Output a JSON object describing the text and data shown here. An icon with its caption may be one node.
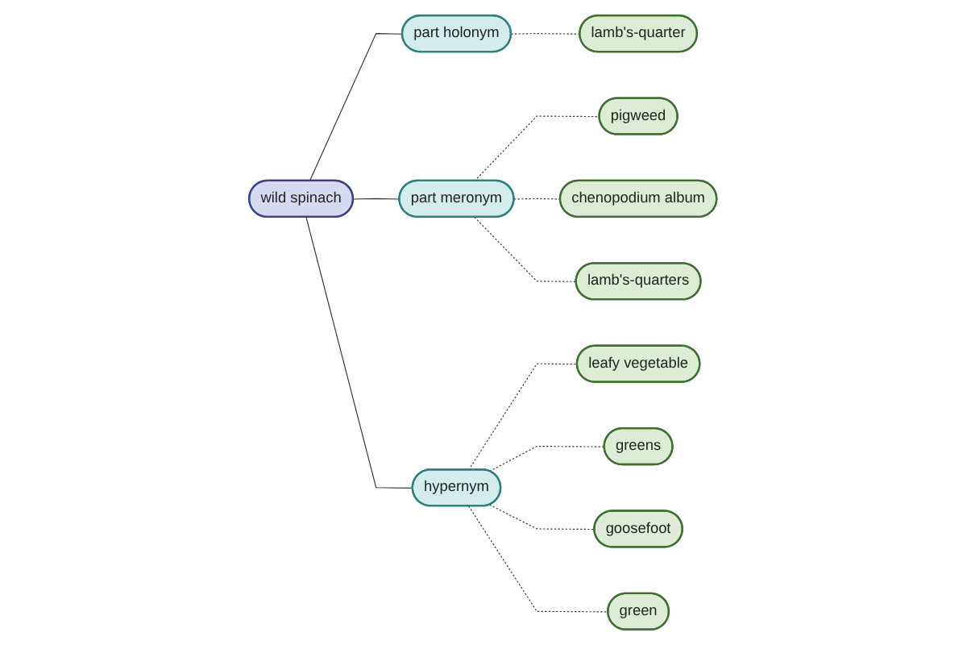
{
  "diagram": {
    "nodes": [
      {
        "text": [
          "pigweed"
        ]
      },
      {
        "text": [
          "lamb's-quarter"
        ]
      },
      {
        "text": [
          "part holonym"
        ]
      },
      {
        "text": [
          "chenopodium album"
        ]
      },
      {
        "text": [
          "part meronym"
        ]
      },
      {
        "text": [
          "lamb's-quarters"
        ]
      },
      {
        "text": [
          "wild spinach"
        ]
      },
      {
        "text": [
          "leafy vegetable"
        ]
      },
      {
        "text": [
          "hypernym"
        ]
      },
      {
        "text": [
          "greens"
        ]
      },
      {
        "text": [
          "green"
        ]
      },
      {
        "text": [
          "goosefoot"
        ]
      }
    ],
    "edges": [
      {
        "from": 6,
        "to": 2,
        "arrow": "none"
      },
      {
        "from": 6,
        "to": 4,
        "arrow": "none"
      },
      {
        "from": 6,
        "to": 8,
        "arrow": "none"
      },
      {
        "from": 2,
        "to": 1,
        "arrow": "none",
        "style": "dashed"
      },
      {
        "from": 4,
        "to": 0,
        "arrow": "none",
        "style": "dashed"
      },
      {
        "from": 4,
        "to": 3,
        "arrow": "none",
        "style": "dashed"
      },
      {
        "from": 4,
        "to": 5,
        "arrow": "none",
        "style": "dashed"
      },
      {
        "from": 8,
        "to": 7,
        "arrow": "none",
        "style": "dashed"
      },
      {
        "from": 8,
        "to": 9,
        "arrow": "none",
        "style": "dashed"
      },
      {
        "from": 8,
        "to": 11,
        "arrow": "none",
        "style": "dashed"
      },
      {
        "from": 8,
        "to": 10,
        "arrow": "none",
        "style": "dashed"
      }
    ]
  }
}
